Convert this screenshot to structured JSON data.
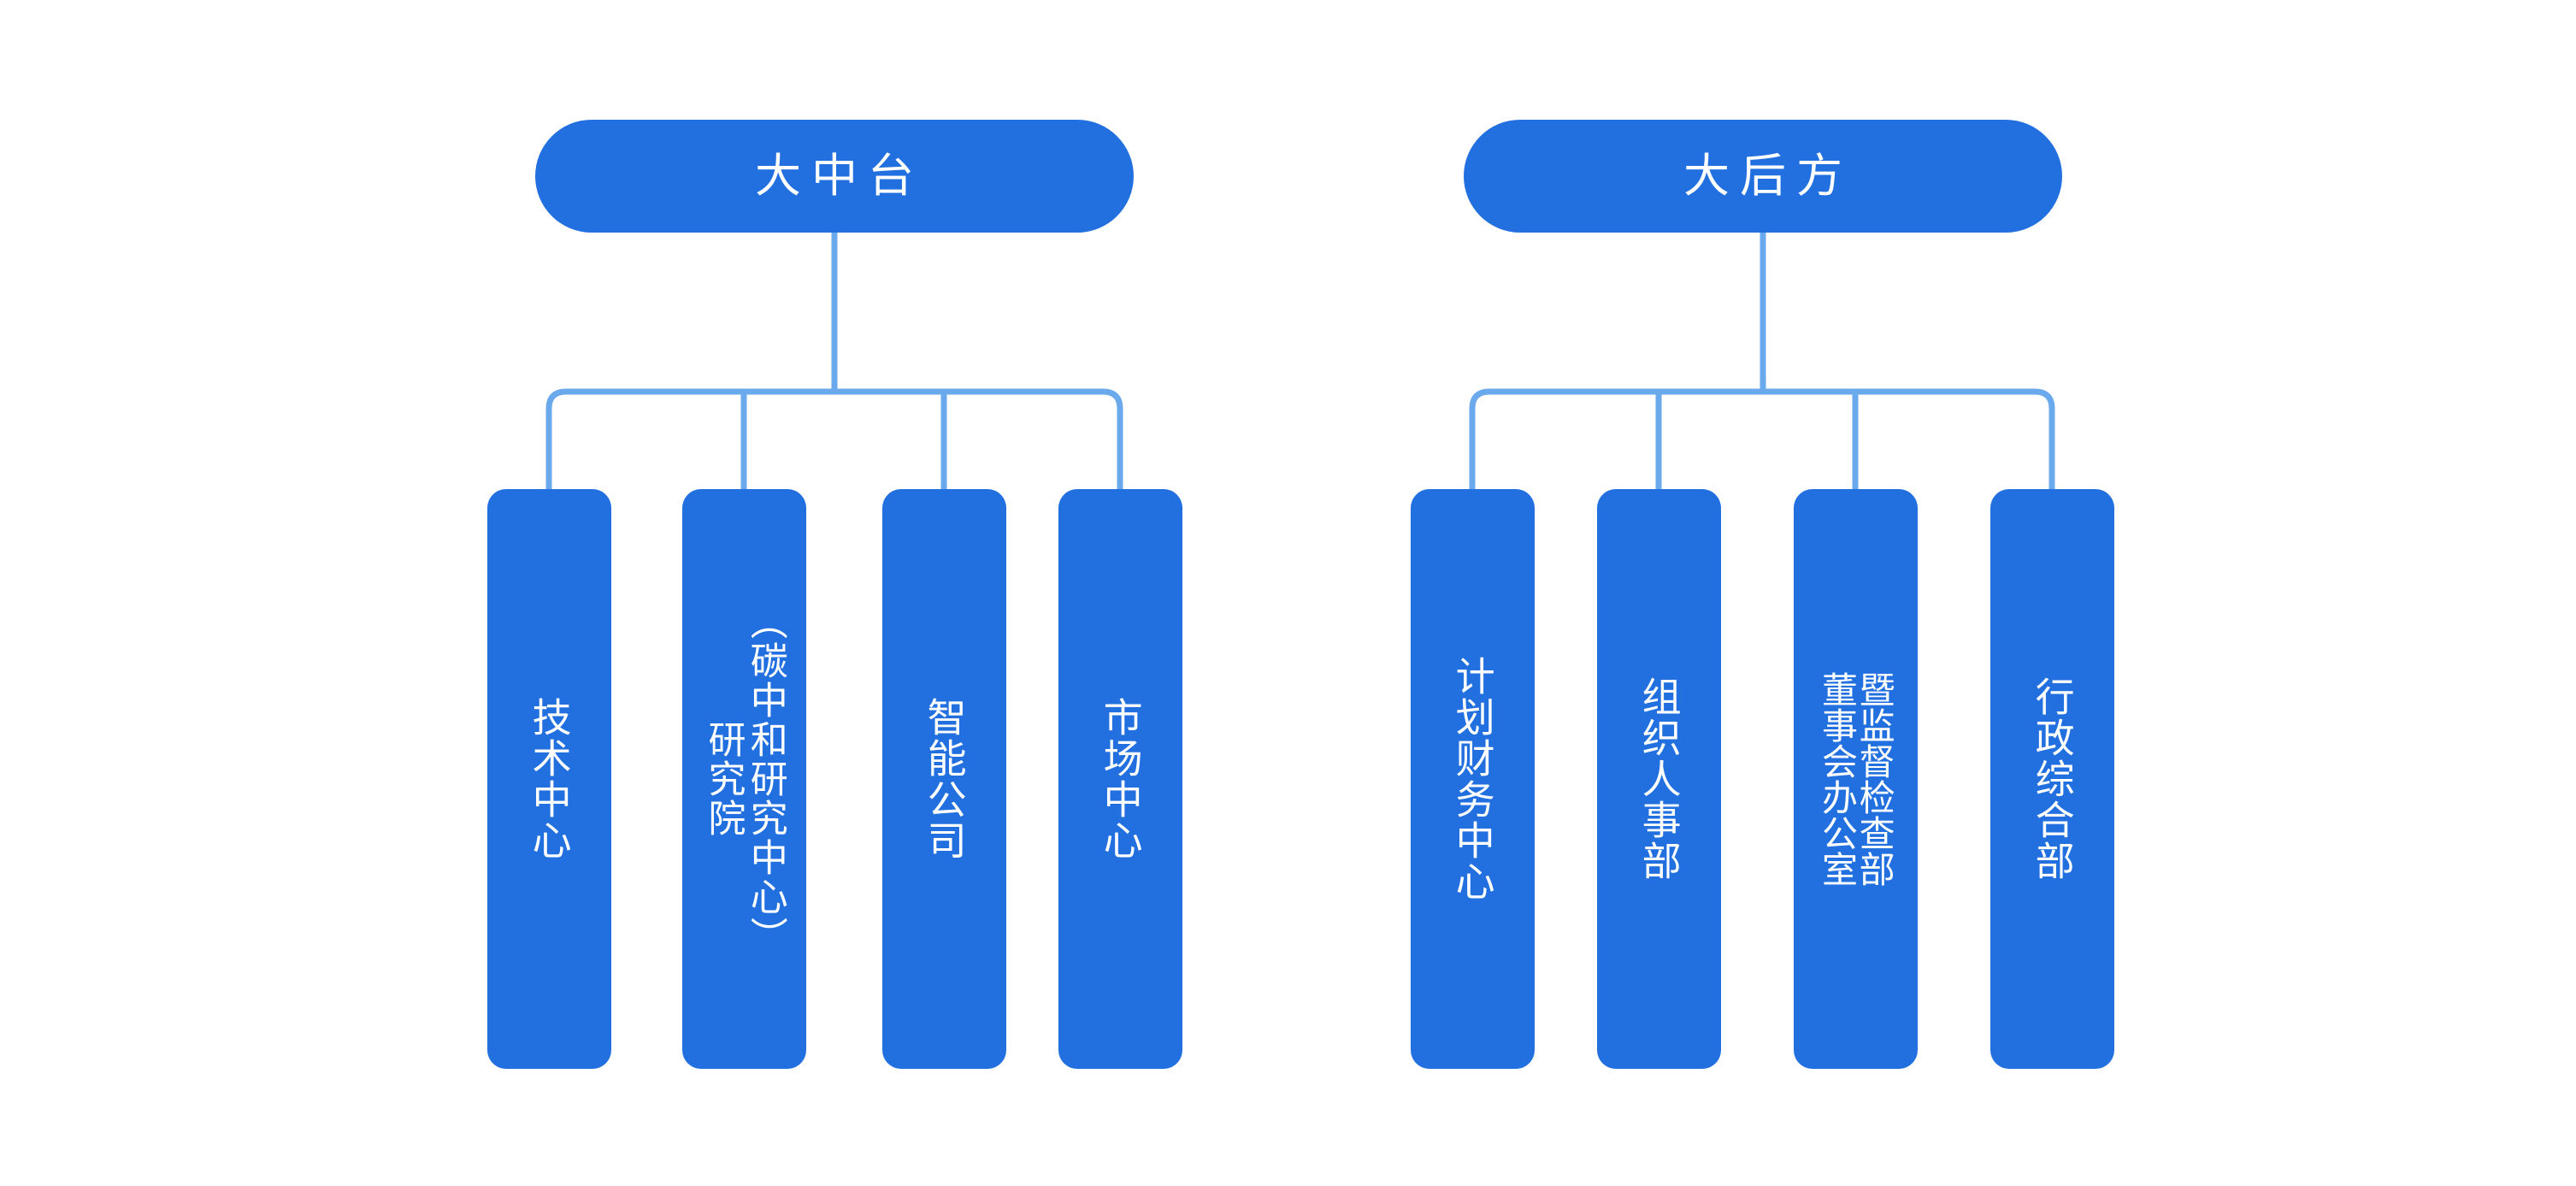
{
  "chart_data": {
    "type": "diagram",
    "title": "",
    "orientation": "top-down organizational chart",
    "text_direction": "vertical-rl",
    "colors": {
      "node_fill": "#2270e0",
      "node_text": "#ffffff",
      "connector": "#6aa9ec",
      "background": "#ffffff"
    },
    "groups": [
      {
        "id": "mid-platform",
        "header": "大中台",
        "children": [
          "技术中心",
          "研究院（碳中和研究中心）",
          "智能公司",
          "市场中心"
        ]
      },
      {
        "id": "rear-support",
        "header": "大后方",
        "children": [
          "计划财务中心",
          "组织人事部",
          "董事会办公室暨监督检查部",
          "行政综合部"
        ]
      }
    ]
  },
  "groups": {
    "left": {
      "header_label": "大中台",
      "nodes": [
        {
          "label": "技术中心",
          "columns": [
            "技术中心"
          ]
        },
        {
          "label": "研究院（碳中和研究中心）",
          "columns": [
            "（碳中和研究中心）",
            "研究院"
          ]
        },
        {
          "label": "智能公司",
          "columns": [
            "智能公司"
          ]
        },
        {
          "label": "市场中心",
          "columns": [
            "市场中心"
          ]
        }
      ]
    },
    "right": {
      "header_label": "大后方",
      "nodes": [
        {
          "label": "计划财务中心",
          "columns": [
            "计划财务中心"
          ]
        },
        {
          "label": "组织人事部",
          "columns": [
            "组织人事部"
          ]
        },
        {
          "label": "董事会办公室暨监督检查部",
          "columns": [
            "暨监督检查部",
            "董事会办公室"
          ]
        },
        {
          "label": "行政综合部",
          "columns": [
            "行政综合部"
          ]
        }
      ]
    }
  }
}
